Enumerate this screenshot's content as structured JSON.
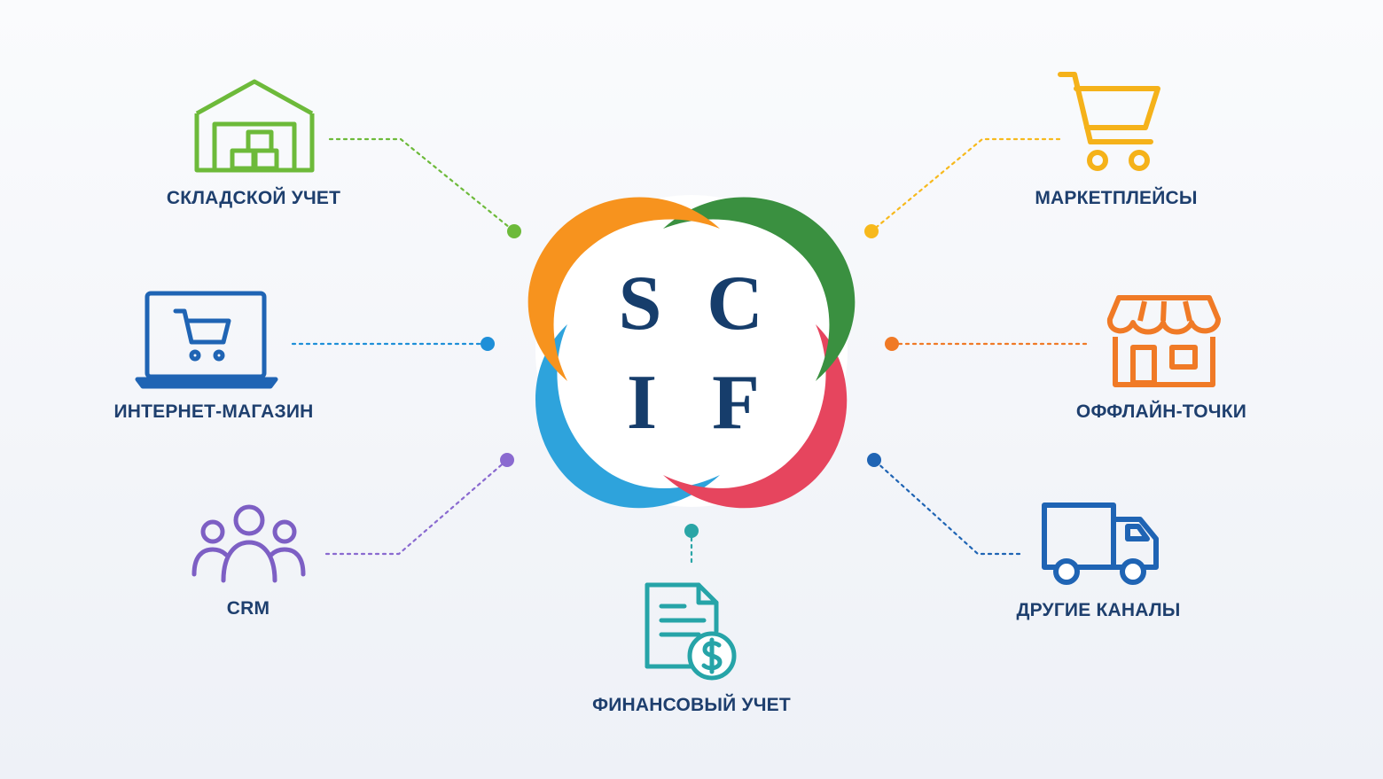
{
  "logo": {
    "letters": [
      "S",
      "C",
      "I",
      "F"
    ],
    "petal_colors": {
      "top_left": "#f7931e",
      "top_right": "#3a9040",
      "bottom_left": "#2ea3dc",
      "bottom_right": "#e6455e"
    },
    "letter_color": "#163d6b"
  },
  "nodes": [
    {
      "id": "warehouse",
      "label": "СКЛАДСКОЙ УЧЕТ",
      "icon": "warehouse-icon",
      "color": "#6dba3a"
    },
    {
      "id": "eshop",
      "label": "ИНТЕРНЕТ-МАГАЗИН",
      "icon": "laptop-cart-icon",
      "color": "#1f64b4"
    },
    {
      "id": "crm",
      "label": "CRM",
      "icon": "people-icon",
      "color": "#7d5fc4"
    },
    {
      "id": "finance",
      "label": "ФИНАНСОВЫЙ УЧЕТ",
      "icon": "invoice-dollar-icon",
      "color": "#26a4a8"
    },
    {
      "id": "marketplaces",
      "label": "МАРКЕТПЛЕЙСЫ",
      "icon": "shopping-cart-icon",
      "color": "#f5b21a"
    },
    {
      "id": "offline",
      "label": "ОФФЛАЙН-ТОЧКИ",
      "icon": "storefront-icon",
      "color": "#f07a26"
    },
    {
      "id": "other",
      "label": "ДРУГИЕ КАНАЛЫ",
      "icon": "truck-icon",
      "color": "#1f64b4"
    }
  ],
  "connector_dot_colors": {
    "warehouse": "#6dba3a",
    "eshop": "#1e8fd8",
    "crm": "#8a6ad0",
    "finance": "#2aa5a6",
    "marketplaces": "#f7b91c",
    "offline": "#f07a26",
    "other": "#1f64b4"
  }
}
